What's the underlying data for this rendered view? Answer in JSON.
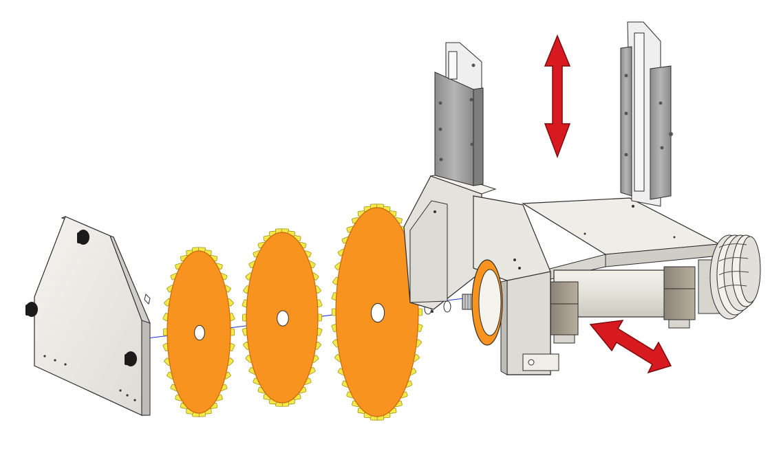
{
  "colors": {
    "background": "#ffffff",
    "blade": "#f7931e",
    "blade_edge": "#c46a0a",
    "segment": "#f5e94a",
    "segment_edge": "#9c9316",
    "plate": "#ecebe6",
    "plate_side": "#cfceca",
    "steel": "#a9a9a9",
    "steel_dark": "#7e7e7e",
    "outline": "#2b2b2b",
    "arrow": "#d61a1f",
    "arrow_edge": "#7d0a0d",
    "axis_line": "#1f2fd6",
    "knob": "#1b1b1b"
  },
  "icons": {
    "cover_plate": "flange-cover-plate-icon",
    "blade": "diamond-saw-blade-icon",
    "spindle": "spindle-shaft-icon",
    "housing": "saw-head-housing-icon",
    "guide_rails": "vertical-guide-rails-icon",
    "motor": "motor-drum-icon",
    "pulley": "v-belt-pulley-icon",
    "vertical_motion": "up-down-arrow-icon",
    "horizontal_motion": "in-out-arrow-icon"
  },
  "blades": [
    {
      "label": "",
      "segments": 34
    },
    {
      "label": "",
      "segments": 38
    },
    {
      "label": "",
      "segments": 42
    }
  ]
}
